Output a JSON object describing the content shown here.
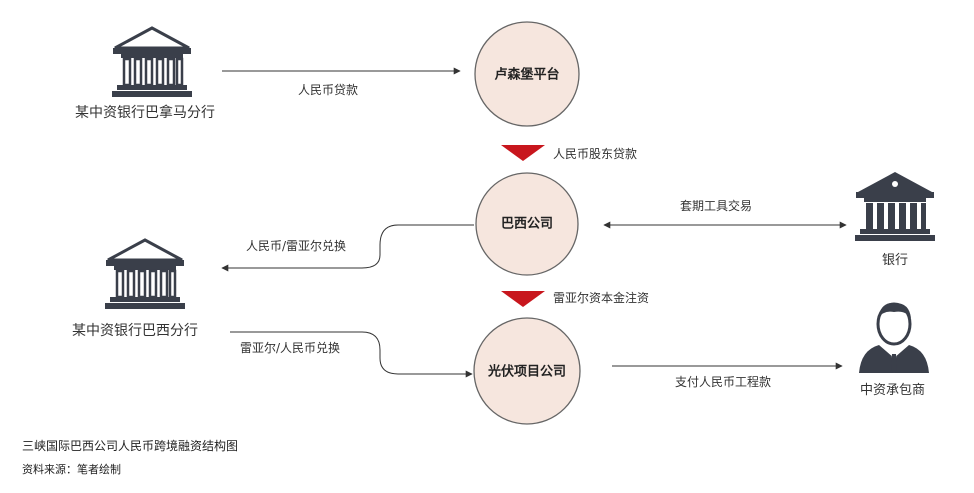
{
  "nodes": {
    "platform": "卢森堡平台",
    "brazil_company": "巴西公司",
    "pv_company": "光伏项目公司"
  },
  "entities": {
    "bank_panama": "某中资银行巴拿马分行",
    "bank_brazil": "某中资银行巴西分行",
    "bank": "银行",
    "contractor": "中资承包商"
  },
  "edges": {
    "rmb_loan": "人民币贷款",
    "rmb_shareholder_loan": "人民币股东贷款",
    "hedging": "套期工具交易",
    "rmb_real_exchange": "人民币/雷亚尔兑换",
    "real_capital_injection": "雷亚尔资本金注资",
    "real_rmb_exchange": "雷亚尔/人民币兑换",
    "rmb_payment": "支付人民币工程款"
  },
  "caption": {
    "title": "三峡国际巴西公司人民币跨境融资结构图",
    "source": "资料来源：笔者绘制"
  },
  "colors": {
    "circle_fill": "#f6e6de",
    "circle_stroke": "#666666",
    "accent_arrow": "#c8161d",
    "icon": "#3a3f4a"
  }
}
